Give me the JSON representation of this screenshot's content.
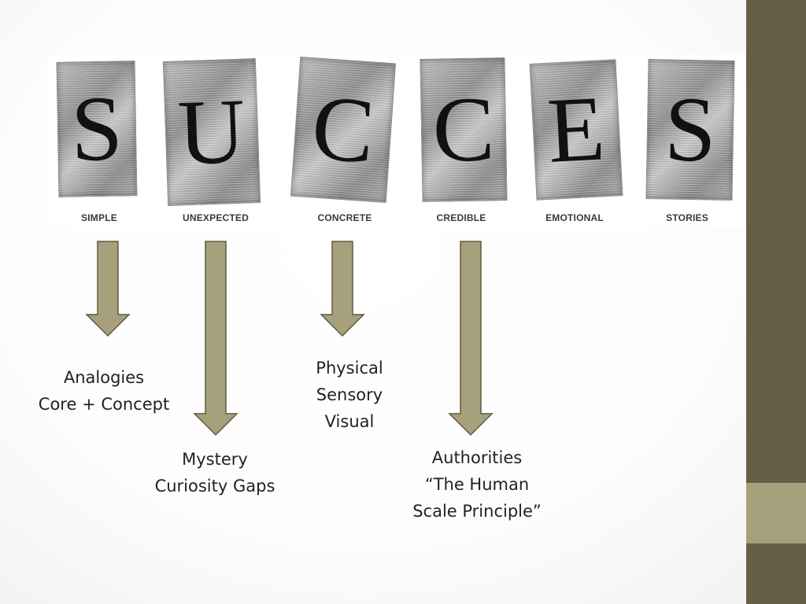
{
  "success_model": {
    "letters": [
      "S",
      "U",
      "C",
      "C",
      "E",
      "S"
    ],
    "words": [
      "SIMPLE",
      "UNEXPECTED",
      "CONCRETE",
      "CREDIBLE",
      "EMOTIONAL",
      "STORIES"
    ]
  },
  "notes": {
    "simple": [
      "Analogies",
      "Core + Concept"
    ],
    "unexpected": [
      "Mystery",
      "Curiosity Gaps"
    ],
    "concrete": [
      "Physical",
      "Sensory",
      "Visual"
    ],
    "credible": [
      "Authorities",
      "“The Human",
      "Scale Principle”"
    ]
  },
  "colors": {
    "side_bar": "#665e47",
    "side_accent": "#a6a17c",
    "arrow_fill": "#a6a17c",
    "arrow_stroke": "#5f5b3e"
  }
}
